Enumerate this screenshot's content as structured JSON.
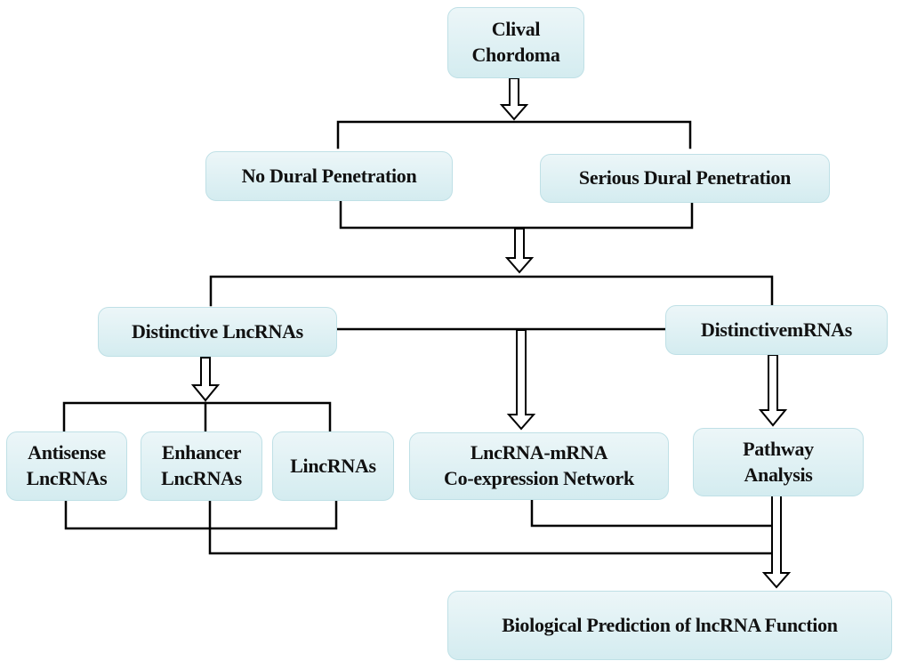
{
  "diagram": {
    "type": "flowchart",
    "nodes": {
      "clival_chordoma": "Clival\nChordoma",
      "no_dural": "No Dural Penetration",
      "serious_dural": "Serious Dural Penetration",
      "distinctive_lncrnas": "Distinctive LncRNAs",
      "distinctive_mrnas": "DistinctivemRNAs",
      "antisense_lncrnas": "Antisense\nLncRNAs",
      "enhancer_lncrnas": "Enhancer\nLncRNAs",
      "lincrnas": "LincRNAs",
      "coexpression_network": "LncRNA-mRNA\nCo-expression Network",
      "pathway_analysis": "Pathway\nAnalysis",
      "biological_prediction": "Biological Prediction of lncRNA Function"
    },
    "edges": [
      {
        "from": "clival_chordoma",
        "to": [
          "no_dural",
          "serious_dural"
        ],
        "style": "hollow-arrow-to-bracket"
      },
      {
        "from": [
          "no_dural",
          "serious_dural"
        ],
        "to": [
          "distinctive_lncrnas",
          "distinctive_mrnas"
        ],
        "style": "hollow-arrow-to-bracket"
      },
      {
        "from": "distinctive_lncrnas",
        "to": [
          "antisense_lncrnas",
          "enhancer_lncrnas",
          "lincrnas"
        ],
        "style": "hollow-arrow-to-bracket"
      },
      {
        "from": [
          "distinctive_lncrnas",
          "distinctive_mrnas"
        ],
        "to": "coexpression_network",
        "style": "hollow-arrow"
      },
      {
        "from": "distinctive_mrnas",
        "to": "pathway_analysis",
        "style": "hollow-arrow"
      },
      {
        "from": [
          "antisense_lncrnas",
          "enhancer_lncrnas",
          "lincrnas",
          "coexpression_network",
          "pathway_analysis"
        ],
        "to": "biological_prediction",
        "style": "hollow-arrow"
      }
    ],
    "colors": {
      "box_top": "#ecf6f8",
      "box_bottom": "#d4ecf0",
      "box_border": "#bfe0e6",
      "line": "#000000",
      "text": "#111111"
    }
  }
}
